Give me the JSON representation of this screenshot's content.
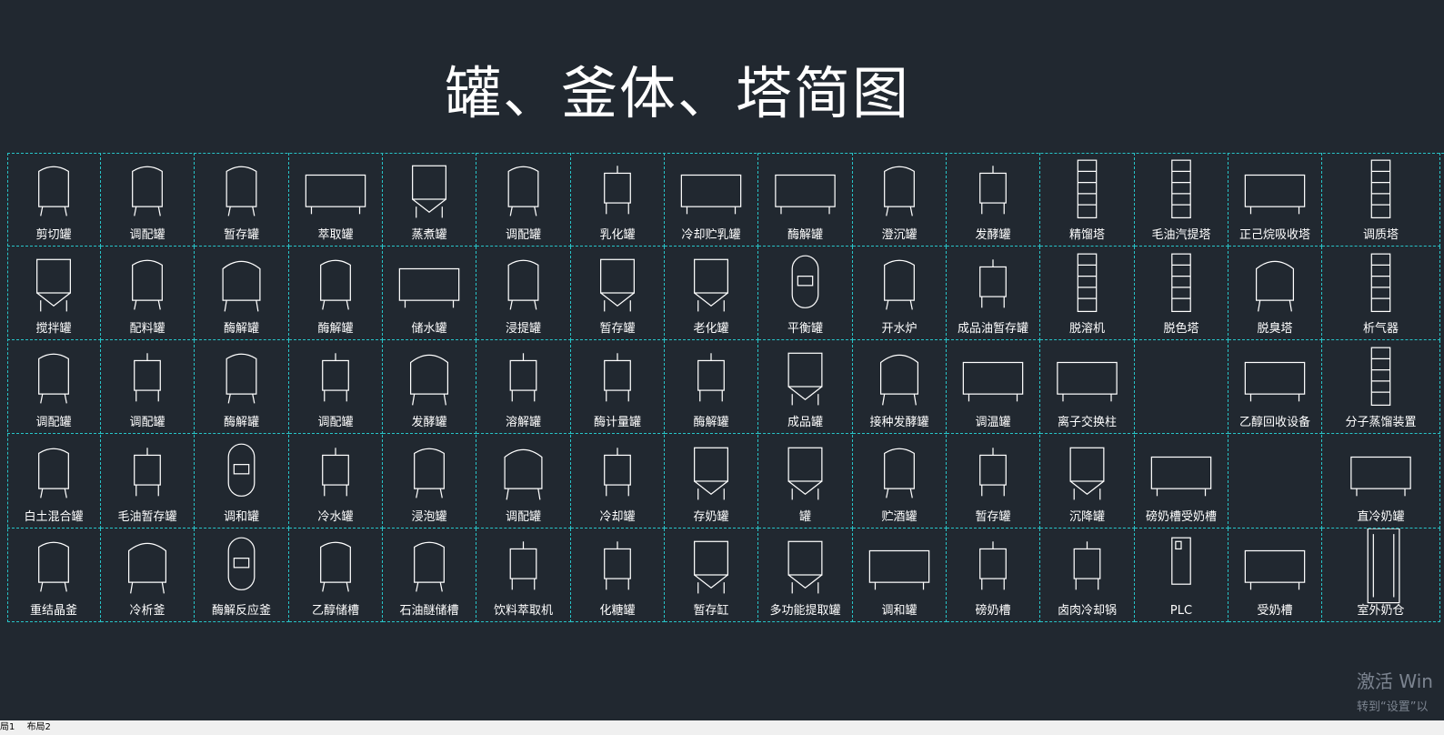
{
  "title": "罐、釜体、塔简图",
  "colors": {
    "background": "#212830",
    "grid": "#27c4c8",
    "stroke": "#ffffff"
  },
  "rows": [
    [
      "剪切罐",
      "调配罐",
      "暂存罐",
      "萃取罐",
      "蒸煮罐",
      "调配罐",
      "乳化罐",
      "冷却贮乳罐",
      "酶解罐",
      "澄沉罐",
      "发酵罐",
      "精馏塔",
      "毛油汽提塔",
      "正己烷吸收塔",
      "调质塔"
    ],
    [
      "搅拌罐",
      "配料罐",
      "酶解罐",
      "酶解罐",
      "储水罐",
      "浸提罐",
      "暂存罐",
      "老化罐",
      "平衡罐",
      "开水炉",
      "成品油暂存罐",
      "脱溶机",
      "脱色塔",
      "脱臭塔",
      "析气器"
    ],
    [
      "调配罐",
      "调配罐",
      "酶解罐",
      "调配罐",
      "发酵罐",
      "溶解罐",
      "酶计量罐",
      "酶解罐",
      "成品罐",
      "接种发酵罐",
      "调温罐",
      "离子交换柱",
      "",
      "乙醇回收设备",
      "分子蒸馏装置"
    ],
    [
      "白土混合罐",
      "毛油暂存罐",
      "调和罐",
      "冷水罐",
      "浸泡罐",
      "调配罐",
      "冷却罐",
      "存奶罐",
      "罐",
      "贮酒罐",
      "暂存罐",
      "沉降罐",
      "磅奶槽受奶槽",
      "",
      "直冷奶罐"
    ],
    [
      "重结晶釜",
      "冷析釜",
      "酶解反应釜",
      "乙醇储槽",
      "石油醚储槽",
      "饮料萃取机",
      "化糖罐",
      "暂存缸",
      "多功能提取罐",
      "调和罐",
      "磅奶槽",
      "卤肉冷却锅",
      "PLC",
      "受奶槽",
      "室外奶仓"
    ]
  ],
  "icons": [
    [
      "agitator-tank-icon",
      "jacketed-tank-icon",
      "stirred-tank-icon",
      "extraction-tank-icon",
      "cooking-tank-icon",
      "tall-tank-icon",
      "emulsifier-icon",
      "cooling-tank-icon",
      "flat-tank-icon",
      "square-tank-icon",
      "small-fermenter-icon",
      "distillation-column-icon",
      "stripping-column-icon",
      "absorber-icon",
      "tower-icon"
    ],
    [
      "mixer-tank-icon",
      "batching-tank-icon",
      "dome-tank-icon",
      "tall-tank-icon",
      "water-tank-icon",
      "tall-tank-icon",
      "cone-tank-icon",
      "cone-tank-icon",
      "vessel-icon",
      "boiler-icon",
      "small-tank-icon",
      "desolventizer-icon",
      "bleaching-tower-icon",
      "deodorizer-icon",
      "separator-icon"
    ],
    [
      "tall-tank-icon",
      "small-tank-icon",
      "leg-tank-icon",
      "small-tank-icon",
      "fermenter-icon",
      "small-tank-icon",
      "small-tank-icon",
      "small-tank-icon",
      "cone-tank-icon",
      "fermenter-icon",
      "tempering-tank-icon",
      "ion-exchange-icon",
      "",
      "recovery-unit-icon",
      "molecular-still-icon"
    ],
    [
      "mixing-tank-icon",
      "frame-tank-icon",
      "capsule-tank-icon",
      "small-tank-icon",
      "leg-tank-icon",
      "conical-tank-icon",
      "leg-tank-icon",
      "cone-tank-icon",
      "cone-tank-icon",
      "leg-tank-icon",
      "open-tank-icon",
      "settling-tank-icon",
      "milk-tank-icon",
      "",
      "direct-cooling-tank-icon"
    ],
    [
      "crystallizer-icon",
      "cold-kettle-icon",
      "reactor-icon",
      "tall-tank-icon",
      "tall-tank-icon",
      "extractor-icon",
      "leg-tank-icon",
      "funnel-icon",
      "multi-extractor-icon",
      "twin-tank-icon",
      "milk-scale-icon",
      "cooker-icon",
      "plc-cabinet-icon",
      "trough-icon",
      "outdoor-silo-icon"
    ]
  ],
  "watermark": {
    "line1": "激活 Win",
    "line2": "转到“设置”以"
  },
  "statusbar": {
    "tab1": "局1",
    "tab2": "布局2"
  }
}
